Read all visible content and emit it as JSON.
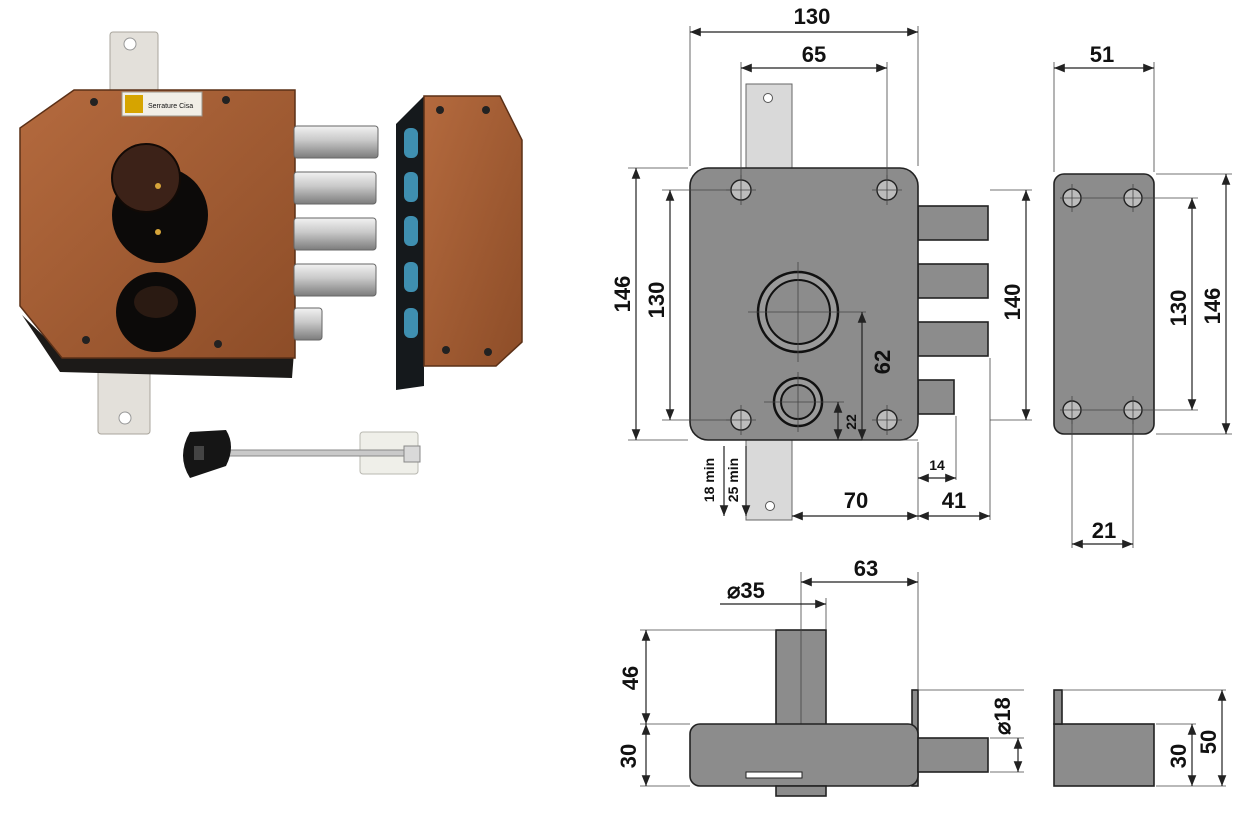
{
  "labels": {
    "front_width": "130",
    "hole_spacing_h": "65",
    "side_width": "51",
    "height_total": "146",
    "hole_spacing_v": "130",
    "bolt_span": "140",
    "cyl_offset": "62",
    "lower_cyl_offset": "22",
    "side_height_holes": "130",
    "side_height_total": "146",
    "min_18": "18 min",
    "min_25": "25 min",
    "bolt_14": "14",
    "backset_70": "70",
    "throw_41": "41",
    "side_21": "21",
    "diam_35": "⌀35",
    "offset_63": "63",
    "proj_46": "46",
    "depth_30": "30",
    "diam_18": "⌀18",
    "side_depth_30": "30",
    "side_depth_50": "50",
    "brand_plate": "Serrature Cisa"
  },
  "colors": {
    "lock_body": "#a35e35",
    "lock_body_dark": "#6e3a1d",
    "bolt_chrome": "#c7c7c7",
    "drawing_fill": "#8c8c8c",
    "strike_teal": "#3f8fb0"
  },
  "icons": {
    "key": "key-icon",
    "screw": "screw-icon"
  }
}
